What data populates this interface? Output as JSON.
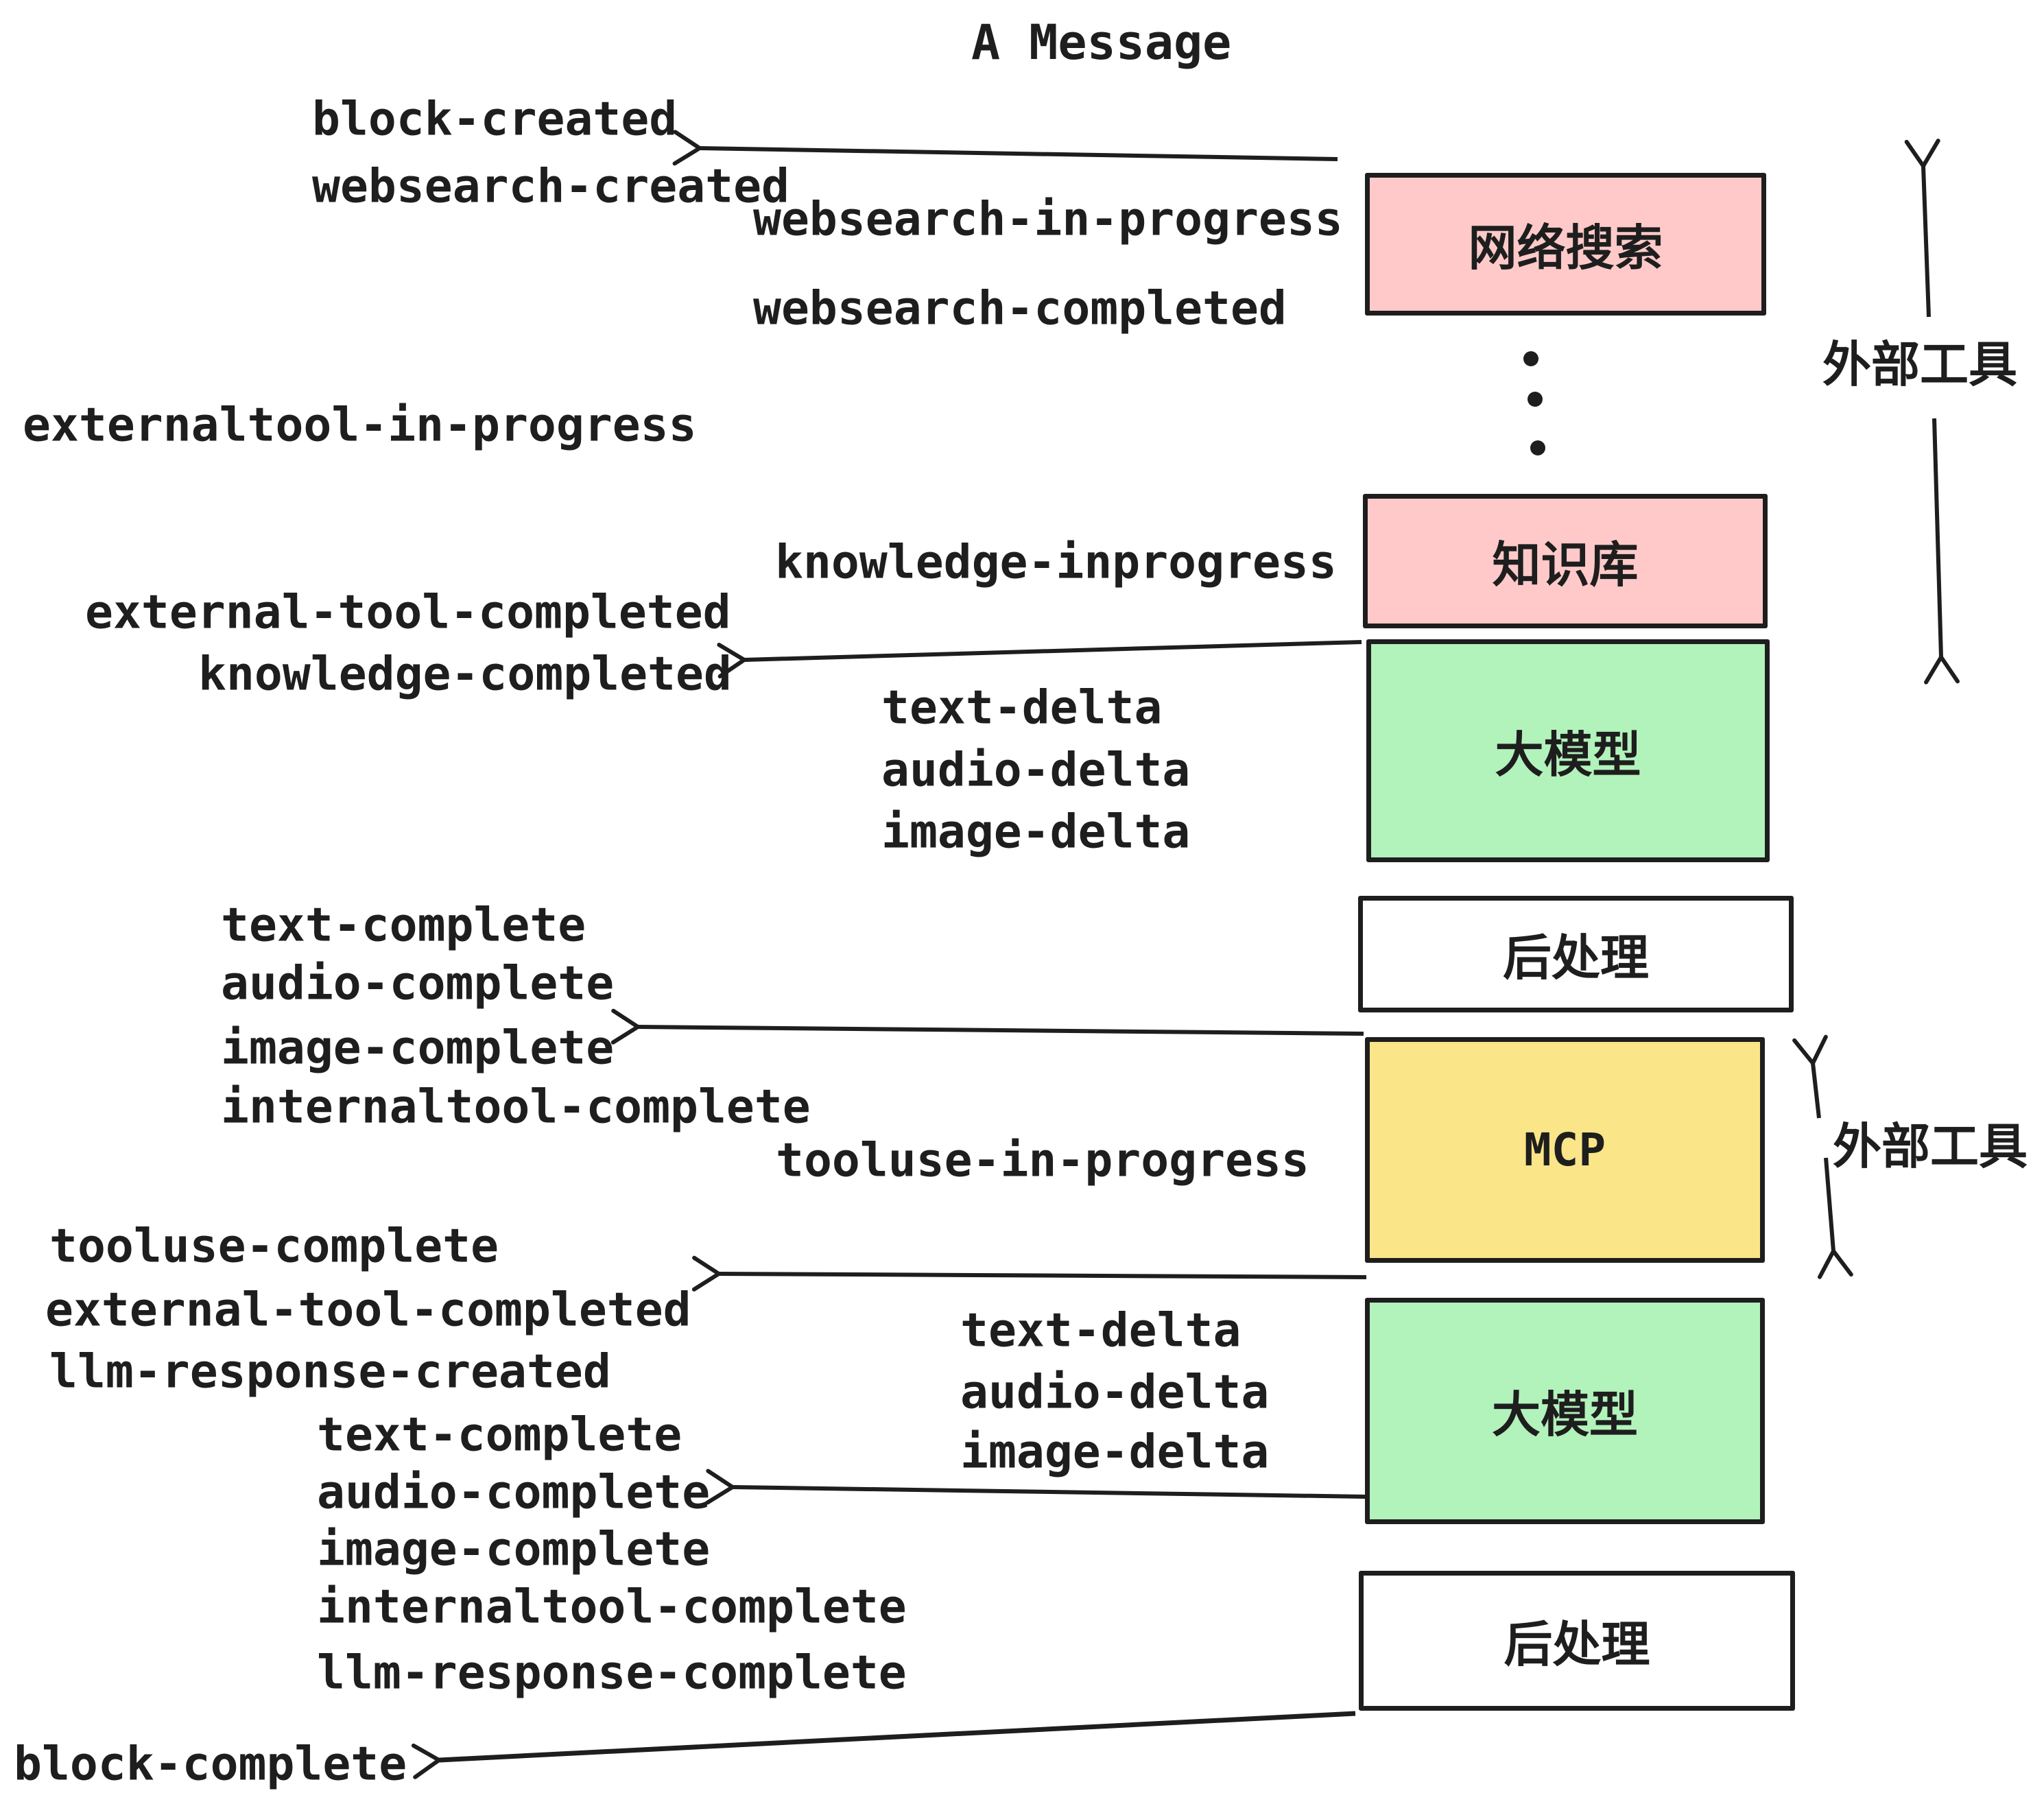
{
  "title": "A Message",
  "colors": {
    "stroke": "#1e1e1e",
    "pink_fill": "#ffc9c9",
    "green_fill": "#b2f2bb",
    "yellow_fill": "#fae588",
    "white_fill": "#ffffff"
  },
  "boxes": [
    {
      "id": "websearch",
      "label": "网络搜索",
      "fill": "#ffc9c9"
    },
    {
      "id": "knowledge",
      "label": "知识库",
      "fill": "#ffc9c9"
    },
    {
      "id": "llm1",
      "label": "大模型",
      "fill": "#b2f2bb"
    },
    {
      "id": "post1",
      "label": "后处理",
      "fill": "#ffffff"
    },
    {
      "id": "mcp",
      "label": "MCP",
      "fill": "#fae588"
    },
    {
      "id": "llm2",
      "label": "大模型",
      "fill": "#b2f2bb"
    },
    {
      "id": "post2",
      "label": "后处理",
      "fill": "#ffffff"
    }
  ],
  "side_labels": {
    "external_tools_1": "外部工具",
    "external_tools_2": "外部工具"
  },
  "events": {
    "block_created": "block-created",
    "websearch_created": "websearch-created",
    "websearch_in_progress": "websearch-in-progress",
    "websearch_completed": "websearch-completed",
    "externaltool_in_progress": "externaltool-in-progress",
    "knowledge_inprogress": "knowledge-inprogress",
    "external_tool_completed_1": "external-tool-completed",
    "knowledge_completed": "knowledge-completed",
    "text_delta_1": "text-delta",
    "audio_delta_1": "audio-delta",
    "image_delta_1": "image-delta",
    "text_complete_1": "text-complete",
    "audio_complete_1": "audio-complete",
    "image_complete_1": "image-complete",
    "internaltool_complete_1": "internaltool-complete",
    "tooluse_in_progress": "tooluse-in-progress",
    "tooluse_complete": "tooluse-complete",
    "external_tool_completed_2": "external-tool-completed",
    "llm_response_created": "llm-response-created",
    "text_delta_2": "text-delta",
    "audio_delta_2": "audio-delta",
    "image_delta_2": "image-delta",
    "text_complete_2": "text-complete",
    "audio_complete_2": "audio-complete",
    "image_complete_2": "image-complete",
    "internaltool_complete_2": "internaltool-complete",
    "llm_response_complete": "llm-response-complete",
    "block_complete": "block-complete"
  }
}
